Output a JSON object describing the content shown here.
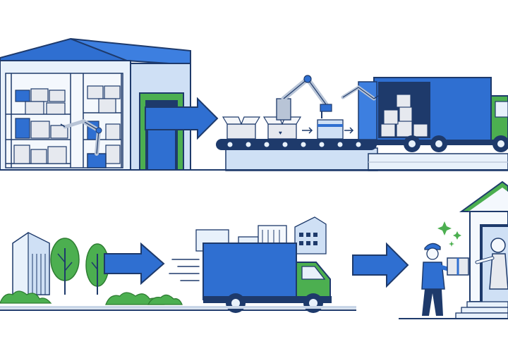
{
  "illustration": {
    "type": "logistics-flow",
    "stages": [
      "warehouse",
      "robotic-packing-line",
      "truck-loading",
      "neighborhood-transit",
      "delivery-truck",
      "doorstep-handoff"
    ],
    "arrow_count": 4,
    "box_markings": [
      "fragile-glass",
      "this-side-up",
      "arrow-mark"
    ],
    "icons": [
      "warehouse-icon",
      "robot-arm-icon",
      "conveyor-belt-icon",
      "cardboard-box-icon",
      "delivery-truck-icon",
      "tree-icon",
      "city-buildings-icon",
      "house-icon",
      "courier-icon",
      "sparkle-icon"
    ]
  },
  "colors": {
    "primary_blue": "#2f6fd1",
    "dark_navy": "#1e3a6b",
    "light_blue": "#cfe0f5",
    "pale_blue": "#e8f1fb",
    "green": "#4caf50",
    "dark_green": "#2e7d32",
    "box_tan": "#e6e9ef",
    "gray": "#b8c4d6",
    "ground": "#c9d6e8"
  }
}
